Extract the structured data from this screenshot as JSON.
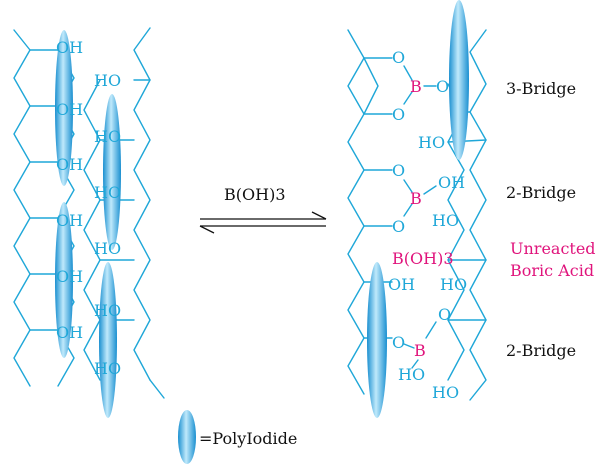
{
  "left_structure": {
    "oh_labels": [
      "OH",
      "OH",
      "OH",
      "OH",
      "OH",
      "OH"
    ],
    "ho_labels": [
      "HO",
      "HO",
      "HO",
      "HO",
      "HO",
      "HO"
    ]
  },
  "reaction": {
    "reagent": "B(OH)3"
  },
  "right_structure": {
    "oxygen": "O",
    "boron": "B",
    "ho": "HO",
    "oh": "OH",
    "free_boric_acid": "B(OH)3"
  },
  "annotations": {
    "bridge_1": "3-Bridge",
    "bridge_2": "2-Bridge",
    "bridge_3": "2-Bridge",
    "unreacted_line1": "Unreacted",
    "unreacted_line2": "Boric Acid"
  },
  "legend": {
    "label": "=PolyIodide"
  },
  "colors": {
    "structure": "#1fa7d8",
    "boron_highlight": "#e0147c",
    "text": "#111111"
  }
}
